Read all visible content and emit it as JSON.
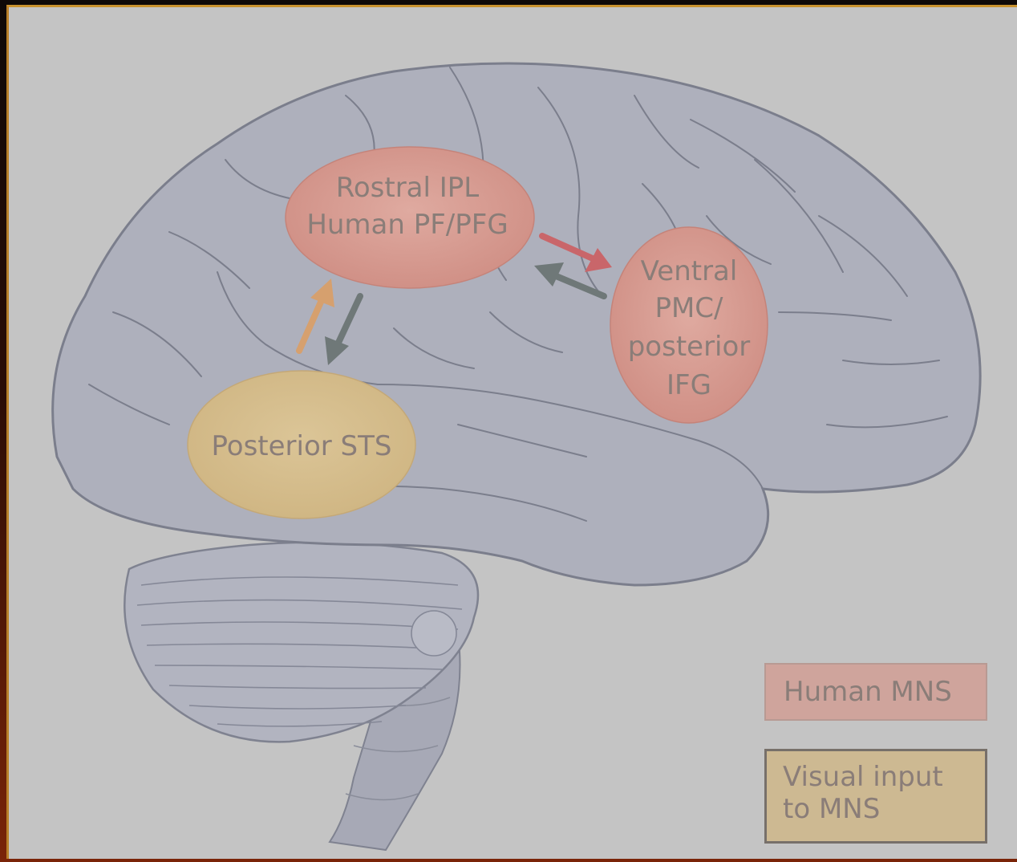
{
  "regions": {
    "rostral_ipl": {
      "line1": "Rostral IPL",
      "line2": "Human PF/PFG"
    },
    "ventral_pmc": {
      "line1": "Ventral",
      "line2": "PMC/",
      "line3": "posterior",
      "line4": "IFG"
    },
    "posterior_sts": {
      "label": "Posterior STS"
    }
  },
  "legend": {
    "human_mns": "Human MNS",
    "visual_input_line1": "Visual input",
    "visual_input_line2": "to MNS"
  },
  "colors": {
    "mns_region": "#d79a90",
    "visual_region": "#d4bd8c",
    "brain": "#aeb0bc",
    "arrow_red": "#c9666a",
    "arrow_gray": "#6f7878",
    "arrow_orange": "#d6a06e"
  }
}
